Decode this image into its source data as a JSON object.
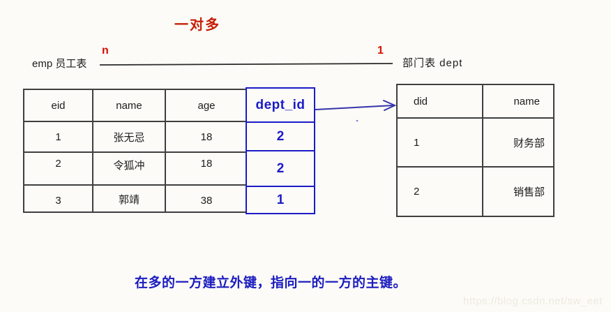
{
  "title": "一对多",
  "relationship": {
    "left_label": "emp 员工表",
    "right_label": "部门表 dept",
    "left_cardinality": "n",
    "right_cardinality": "1"
  },
  "emp_table": {
    "headers": [
      "eid",
      "name",
      "age",
      "dept_id"
    ],
    "rows": [
      {
        "eid": "1",
        "name": "张无忌",
        "age": "18",
        "dept_id": "2"
      },
      {
        "eid": "2",
        "name": "令狐冲",
        "age": "18",
        "dept_id": "2"
      },
      {
        "eid": "3",
        "name": "郭靖",
        "age": "38",
        "dept_id": "1"
      }
    ]
  },
  "dept_table": {
    "headers": [
      "did",
      "name"
    ],
    "rows": [
      {
        "did": "1",
        "name": "财务部"
      },
      {
        "did": "2",
        "name": "销售部"
      }
    ]
  },
  "note": "在多的一方建立外键，指向一的一方的主键。",
  "watermark": "https://blog.csdn.net/sw_eet",
  "colors": {
    "accent_red": "#c62008",
    "accent_blue": "#1b1bc8",
    "arrow_blue": "#3434aa",
    "table_border": "#3f3f3f",
    "background": "#fcfbf7"
  }
}
